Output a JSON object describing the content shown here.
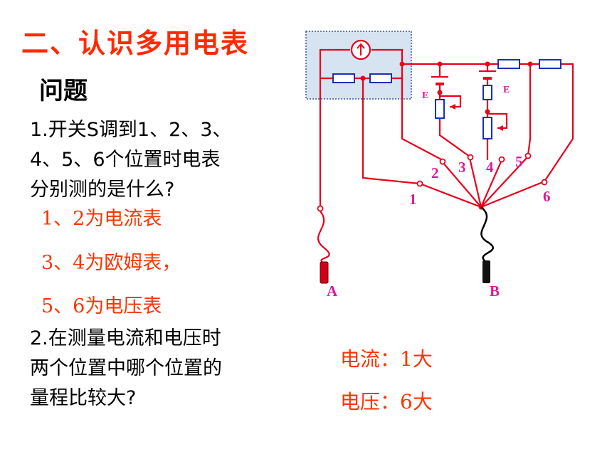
{
  "title": "二、认识多用电表",
  "subtitle": "问题",
  "question1": {
    "line1": "1.开关S调到1、2、3、",
    "line2": "4、5、6个位置时电表",
    "line3": "分别测的是什么?"
  },
  "answers": {
    "a1": "1、2为电流表",
    "a2": "3、4为欧姆表，",
    "a3": "5、6为电压表"
  },
  "question2": {
    "line1": "2.在测量电流和电压时",
    "line2": "两个位置中哪个位置的",
    "line3": "量程比较大?"
  },
  "side_answers": {
    "current": "电流：1大",
    "voltage": "电压：6大"
  },
  "diagram": {
    "positions": [
      "1",
      "2",
      "3",
      "4",
      "5",
      "6"
    ],
    "battery_label": "E",
    "probe_a": "A",
    "probe_b": "B"
  },
  "colors": {
    "title": "#ff2a00",
    "answer": "#ff3300",
    "wire": "#e8001c",
    "resistor": "#1c2fb5",
    "switch_label": "#e0189a",
    "probe_label": "#e0189a",
    "meter_box_fill": "#d6e4f2",
    "meter_box_border": "#3a55a8"
  }
}
